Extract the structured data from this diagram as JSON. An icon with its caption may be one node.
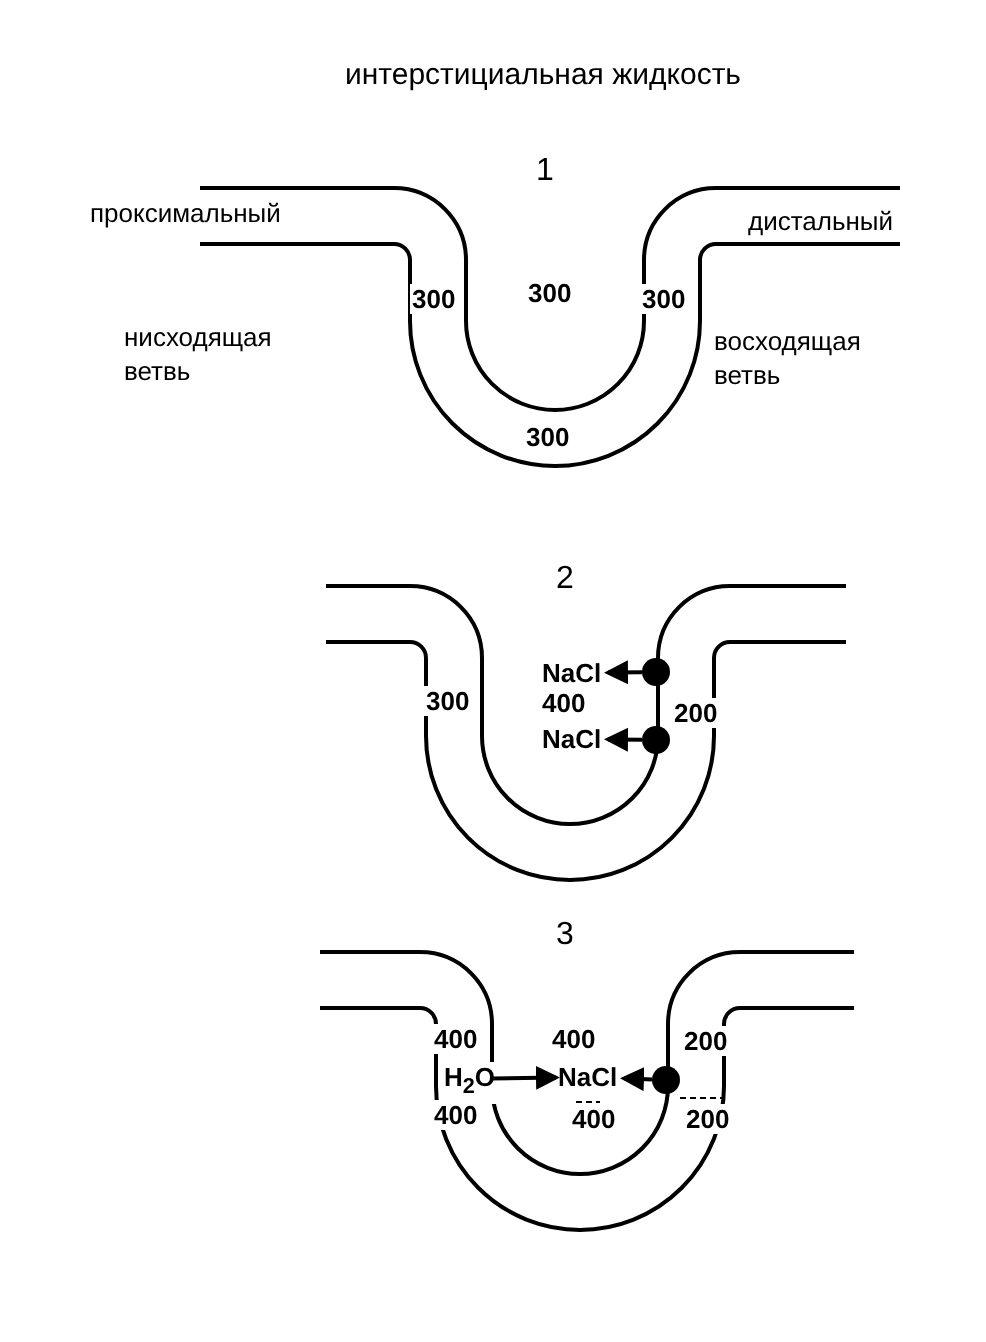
{
  "diagram": {
    "title": "интерстициальная жидкость",
    "nodes": [
      {
        "text": [
          "NaCl"
        ]
      },
      {
        "text": [],
        "shape": "circle"
      },
      {
        "text": [
          "NaCl"
        ]
      },
      {
        "text": [],
        "shape": "circle"
      },
      {
        "text": [
          "H$_{2}$O"
        ]
      },
      {
        "text": [
          "NaCl"
        ]
      },
      {
        "text": [],
        "shape": "circle"
      }
    ],
    "edges": [
      {
        "from": 1,
        "to": 0,
        "arrow": "to"
      },
      {
        "from": 3,
        "to": 2,
        "arrow": "to"
      },
      {
        "from": 4,
        "to": 5,
        "arrow": "to"
      },
      {
        "from": 6,
        "to": 5,
        "arrow": "to"
      }
    ],
    "labels": [
      "1",
      "проксимальный",
      "дистальный",
      "300",
      "300",
      "300",
      "нисходящая ветвь",
      "восходящая ветвь",
      "300",
      "2",
      "300",
      "400",
      "200",
      "3",
      "400",
      "400",
      "200",
      "400",
      "400",
      "200"
    ]
  }
}
